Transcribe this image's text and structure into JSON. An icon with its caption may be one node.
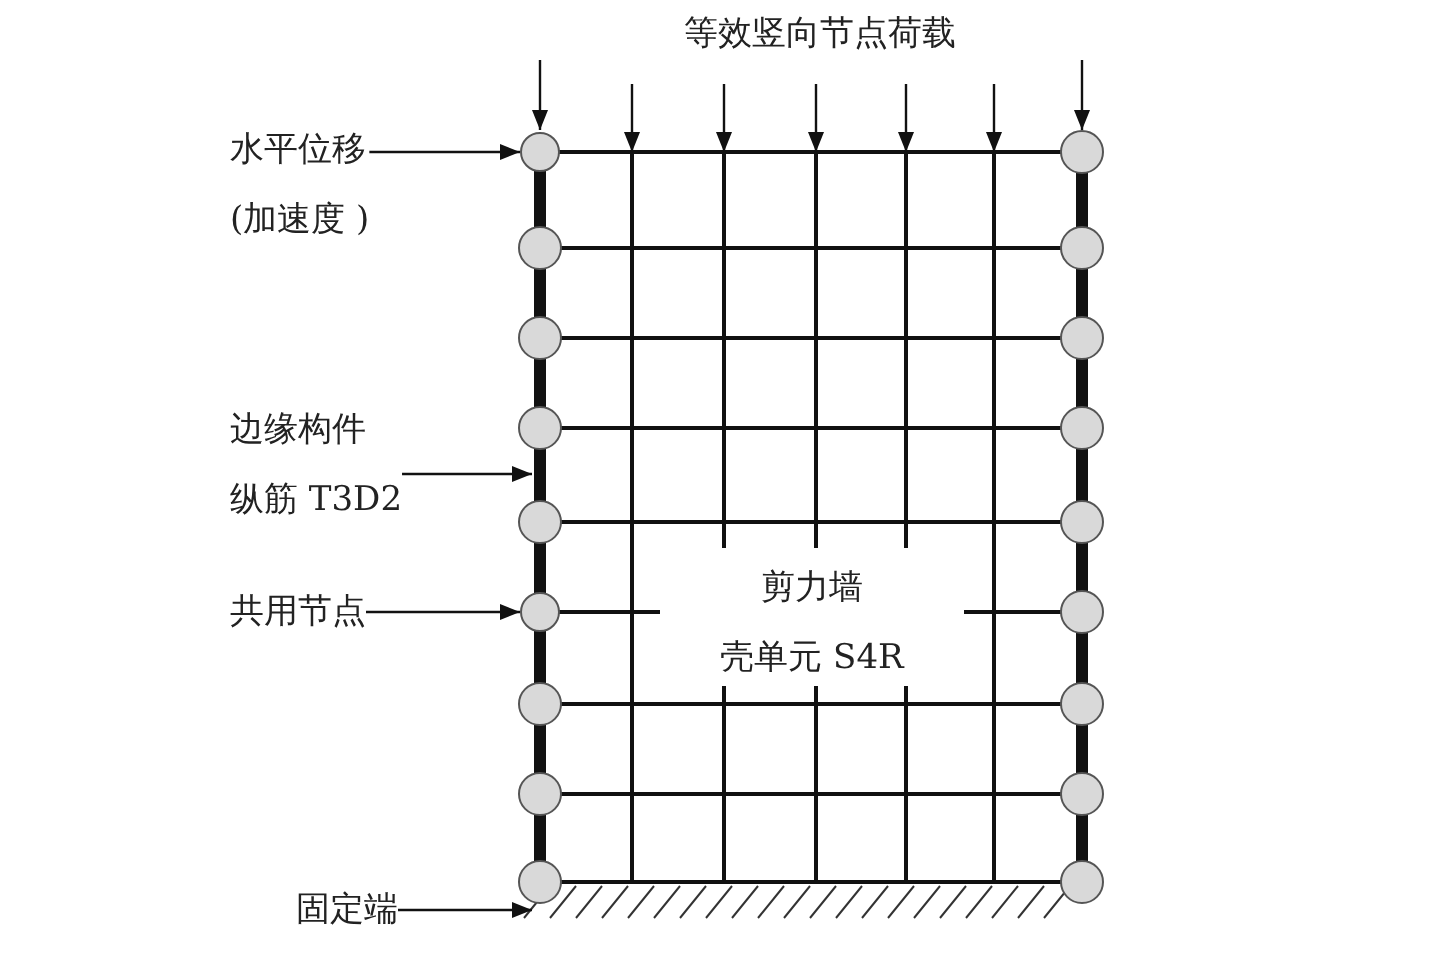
{
  "diagram": {
    "nodes": [
      {
        "text": [
          "水平位移(加速度 )"
        ]
      },
      {
        "text": [
          "边缘构件纵筋 T3D2"
        ]
      },
      {
        "text": [
          "共用节点"
        ]
      },
      {
        "text": [
          "固定端"
        ]
      },
      {
        "text": [],
        "shape": "circle"
      },
      {
        "text": [],
        "shape": "circle"
      }
    ],
    "edges": [
      {
        "from": 0,
        "to": 4,
        "arrow": "to"
      },
      {
        "from": 1,
        "to": null,
        "arrow": "to"
      },
      {
        "from": 2,
        "to": 5,
        "arrow": "to"
      },
      {
        "from": 3,
        "to": null,
        "arrow": "to"
      }
    ],
    "labels": [
      "等效竖向节点荷载",
      "剪力墙壳单元 S4R"
    ]
  }
}
